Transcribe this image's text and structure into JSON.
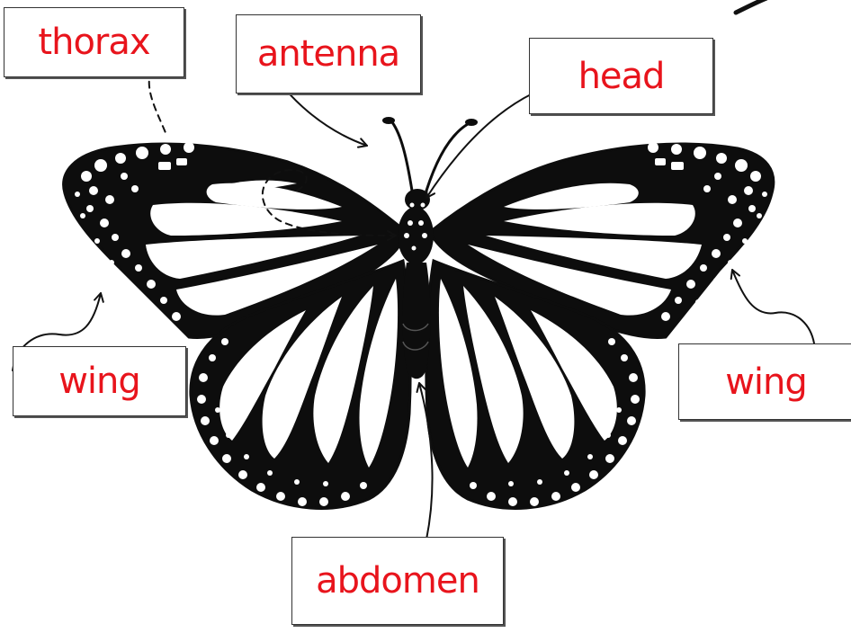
{
  "labels": {
    "thorax": "thorax",
    "antenna": "antenna",
    "head": "head",
    "wing_left": "wing",
    "wing_right": "wing",
    "abdomen": "abdomen"
  },
  "colors": {
    "label_text": "#e8141c",
    "ink": "#0d0d0d",
    "wing_fill": "#ffffff"
  }
}
